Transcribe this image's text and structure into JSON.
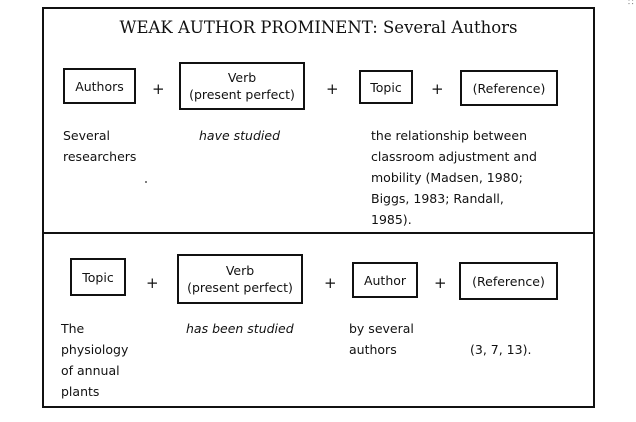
{
  "title": "WEAK AUTHOR PROMINENT: Several Authors",
  "section1": {
    "box_authors": "Authors",
    "box_verb_line1": "Verb",
    "box_verb_line2": "(present perfect)",
    "box_topic": "Topic",
    "box_reference": "(Reference)",
    "plus": "+",
    "subject_line1": "Several",
    "subject_line2": "researchers",
    "verb_example": "have studied",
    "topic_line1": "the relationship between",
    "topic_line2": "classroom adjustment and",
    "topic_line3": "mobility (Madsen, 1980;",
    "topic_line4": "Biggs, 1983; Randall,",
    "topic_line5": "1985)."
  },
  "section2": {
    "box_topic": "Topic",
    "box_verb_line1": "Verb",
    "box_verb_line2": "(present perfect)",
    "box_author": "Author",
    "box_reference": "(Reference)",
    "plus": "+",
    "subject_line1": "The",
    "subject_line2": "physiology",
    "subject_line3": "of annual",
    "subject_line4": "plants",
    "verb_example": "has been studied",
    "author_line1": "by several",
    "author_line2": "authors",
    "reference_example": "(3, 7, 13)."
  },
  "edge_mark": "∷"
}
